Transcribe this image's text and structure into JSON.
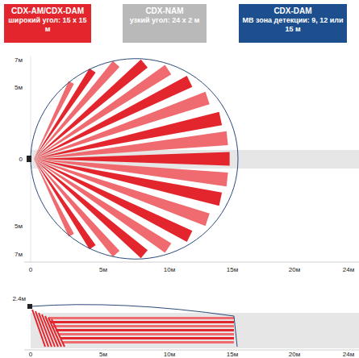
{
  "diagram": {
    "nodes": [
      {
        "text": [
          "CDX-AM/CDX-DAM",
          "широкий угол: 15 x 15 м"
        ]
      },
      {
        "text": [
          "CDX-NAM",
          "узкий угол: 24 x 2 м"
        ]
      },
      {
        "text": [
          "CDX-DAM",
          "МВ зона детекции: 9, 12 или 15 м"
        ]
      }
    ],
    "labels": [
      "7м",
      "5м",
      "0",
      "5м",
      "7м",
      "0",
      "5м",
      "10м",
      "15м",
      "20м",
      "24м",
      "2.4м",
      "0",
      "5м",
      "10м",
      "15м",
      "20м",
      "24м"
    ]
  }
}
